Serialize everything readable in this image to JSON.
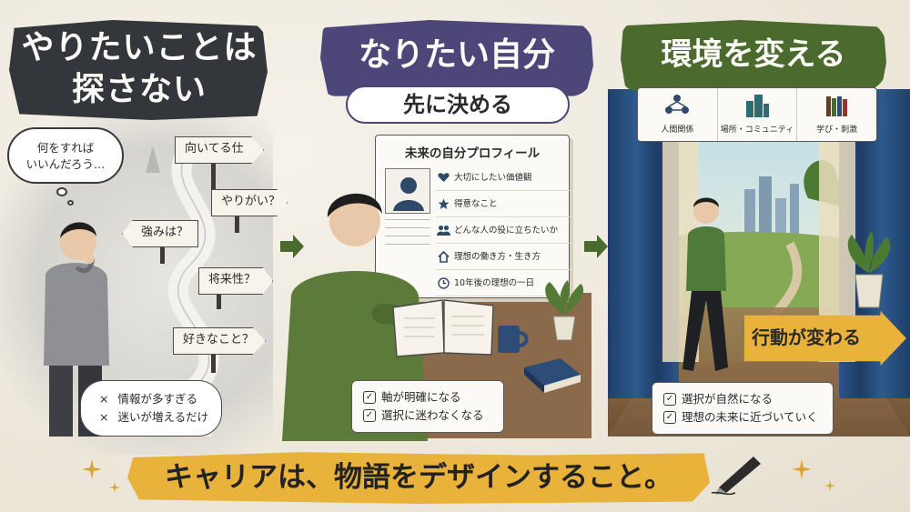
{
  "panel1": {
    "title_line1": "やりたいことは",
    "title_line2": "探さない",
    "thought_line1": "何をすれば",
    "thought_line2": "いいんだろう…",
    "signs": [
      "向いてる仕事？",
      "やりがい？",
      "強みは？",
      "将来性？",
      "好きなこと？"
    ],
    "notes": [
      "情報が多すぎる",
      "迷いが増えるだけ"
    ],
    "note_mark": "×"
  },
  "panel2": {
    "title": "なりたい自分",
    "subtitle": "先に決める",
    "card_title": "未来の自分プロフィール",
    "card_items": [
      {
        "icon": "heart-icon",
        "label": "大切にしたい価値観"
      },
      {
        "icon": "star-icon",
        "label": "得意なこと"
      },
      {
        "icon": "people-icon",
        "label": "どんな人の役に立ちたいか"
      },
      {
        "icon": "house-icon",
        "label": "理想の働き方・生き方"
      },
      {
        "icon": "clock-icon",
        "label": "10年後の理想の一日"
      }
    ],
    "notes": [
      "軸が明確になる",
      "選択に迷わなくなる"
    ],
    "check_mark": "✓"
  },
  "panel3": {
    "title": "環境を変える",
    "env_items": [
      {
        "icon": "people-network-icon",
        "label": "人間関係"
      },
      {
        "icon": "buildings-icon",
        "label": "場所・コミュニティ"
      },
      {
        "icon": "books-icon",
        "label": "学び・刺激"
      }
    ],
    "action_label": "行動が変わる",
    "notes": [
      "選択が自然になる",
      "理想の未来に近づいていく"
    ],
    "check_mark": "✓"
  },
  "banner": {
    "text": "キャリアは、物語をデザインすること。"
  },
  "colors": {
    "panel1_brush": "#33363b",
    "panel2_brush": "#4d4679",
    "panel3_brush": "#4a6a2e",
    "banner": "#e9b33b",
    "arrow": "#4a6a2e"
  }
}
